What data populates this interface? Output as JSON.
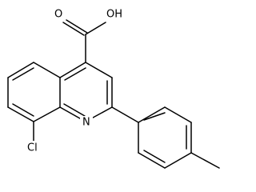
{
  "structure": {
    "atom_labels": {
      "o_carbonyl": "O",
      "oh": "OH",
      "n": "N",
      "cl": "Cl"
    },
    "colors": {
      "bond": "#000000",
      "text": "#000000",
      "background": "#ffffff"
    }
  }
}
